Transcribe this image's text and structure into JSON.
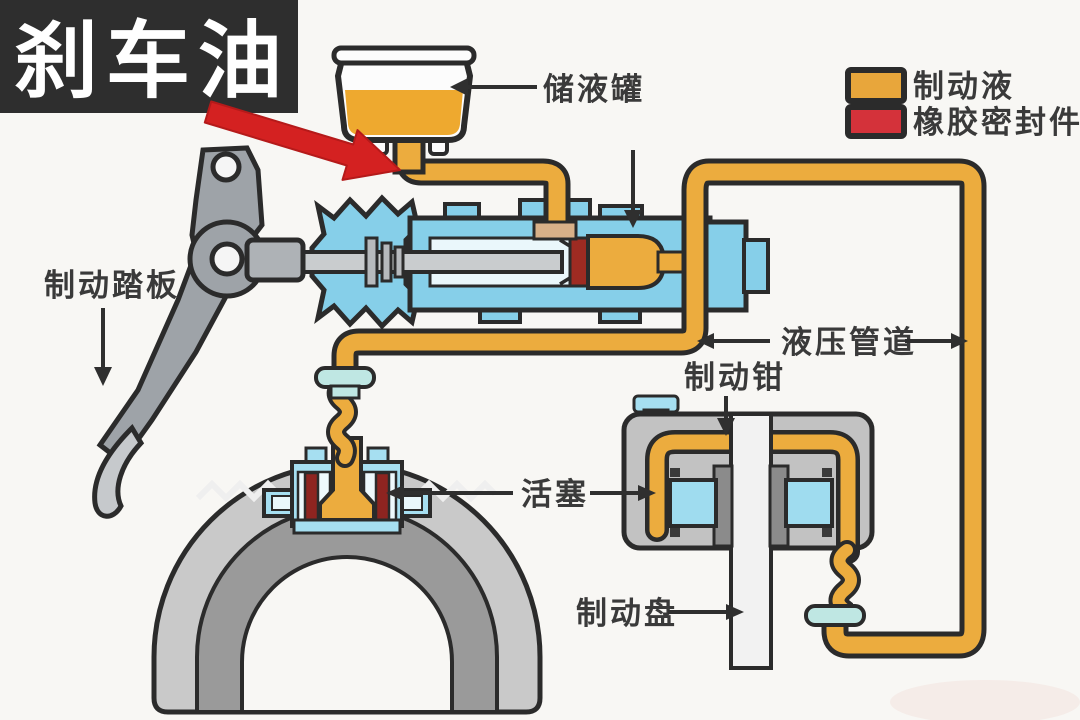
{
  "title": {
    "text": "刹车油"
  },
  "legend": {
    "items": [
      {
        "label": "制动液",
        "color": "#E8A63B"
      },
      {
        "label": "橡胶密封件",
        "color": "#D4323A"
      }
    ]
  },
  "annotations": {
    "reservoir": "储液罐",
    "brake_pedal": "制动踏板",
    "hydraulic_line": "液压管道",
    "brake_caliper": "制动钳",
    "piston": "活塞",
    "brake_disc": "制动盘"
  },
  "colors": {
    "brake_fluid": "#E8A63B",
    "rubber_seal": "#D4323A",
    "cylinder_blue": "#8BD0E8",
    "metal_gray": "#9EA3A8",
    "outline": "#2B2B2B",
    "background": "#F8F7F4",
    "callout_arrow_red": "#D42121"
  }
}
